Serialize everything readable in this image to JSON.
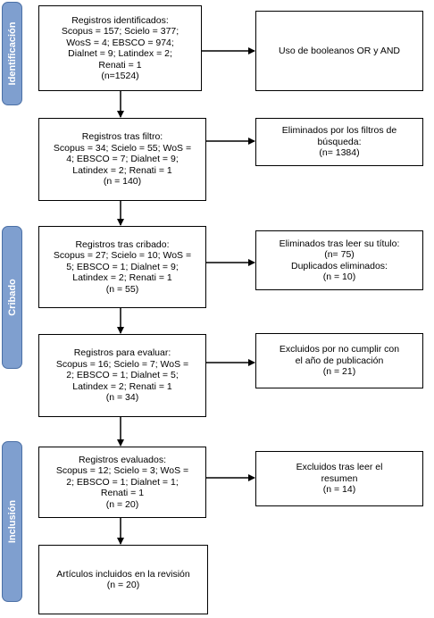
{
  "stages": {
    "identificacion": "Identificación",
    "cribado": "Cribado",
    "inclusion": "Inclusión"
  },
  "main_boxes": {
    "identificados": "Registros identificados:\nScopus = 157; Scielo = 377;\nWosS = 4; EBSCO = 974;\nDialnet = 9; Latindex = 2;\nRenati = 1\n(n=1524)",
    "tras_filtro": "Registros tras filtro:\nScopus = 34; Scielo = 55; WoS =\n4; EBSCO = 7; Dialnet = 9;\nLatindex = 2; Renati = 1\n(n = 140)",
    "tras_cribado": "Registros tras cribado:\nScopus = 27; Scielo = 10; WoS =\n5; EBSCO = 1; Dialnet = 9;\nLatindex = 2; Renati = 1\n(n = 55)",
    "para_evaluar": "Registros para evaluar:\nScopus = 16; Scielo = 7; WoS =\n2; EBSCO = 1; Dialnet = 5;\nLatindex = 2; Renati = 1\n(n = 34)",
    "evaluados": "Registros evaluados:\nScopus = 12; Scielo = 3; WoS =\n2; EBSCO = 1; Dialnet = 1;\nRenati = 1\n(n = 20)",
    "incluidos": "Artículos incluidos en la revisión\n(n = 20)"
  },
  "side_boxes": {
    "booleanos": "Uso de booleanos OR y  AND",
    "filtros": "Eliminados por los filtros de\nbúsqueda:\n(n= 1384)",
    "titulo": "Eliminados tras leer su título:\n(n= 75)\nDuplicados eliminados:\n(n = 10)",
    "anio": "Excluidos por no cumplir con\nel año de publicación\n(n = 21)",
    "resumen": "Excluidos tras leer el\nresumen\n(n = 14)"
  }
}
